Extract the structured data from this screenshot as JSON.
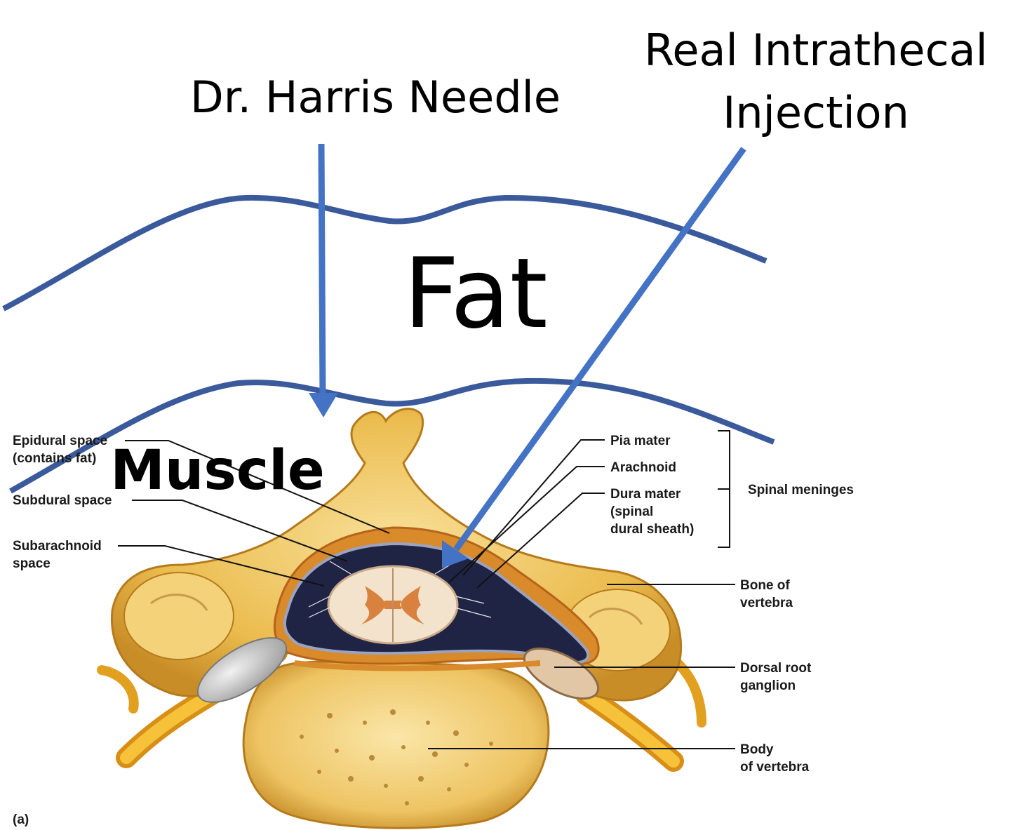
{
  "annotations": {
    "needle_label": "Dr. Harris Needle",
    "injection_label_line1": "Real Intrathecal",
    "injection_label_line2": "Injection",
    "fat_label": "Fat",
    "muscle_label": "Muscle"
  },
  "anatomy_labels": {
    "epidural_line1": "Epidural space",
    "epidural_line2": "(contains fat)",
    "subdural": "Subdural space",
    "subarachnoid_line1": "Subarachnoid",
    "subarachnoid_line2": "space",
    "pia": "Pia mater",
    "arachnoid": "Arachnoid",
    "dura_line1": "Dura mater",
    "dura_line2": "(spinal",
    "dura_line3": "dural sheath)",
    "meninges": "Spinal meninges",
    "bone_line1": "Bone of",
    "bone_line2": "vertebra",
    "drg_line1": "Dorsal root",
    "drg_line2": "ganglion",
    "body_line1": "Body",
    "body_line2": "of vertebra",
    "figure_tag": "(a)"
  },
  "colors": {
    "overlay_blue": "#4472c4",
    "overlay_blue_dark": "#3a5a9c",
    "bone": "#e9b949",
    "bone_light": "#f6d98a",
    "cord": "#f3e3cc",
    "gray_matter": "#d9823f",
    "meninges_dark": "#1e2340",
    "nerve": "#f0b020"
  }
}
